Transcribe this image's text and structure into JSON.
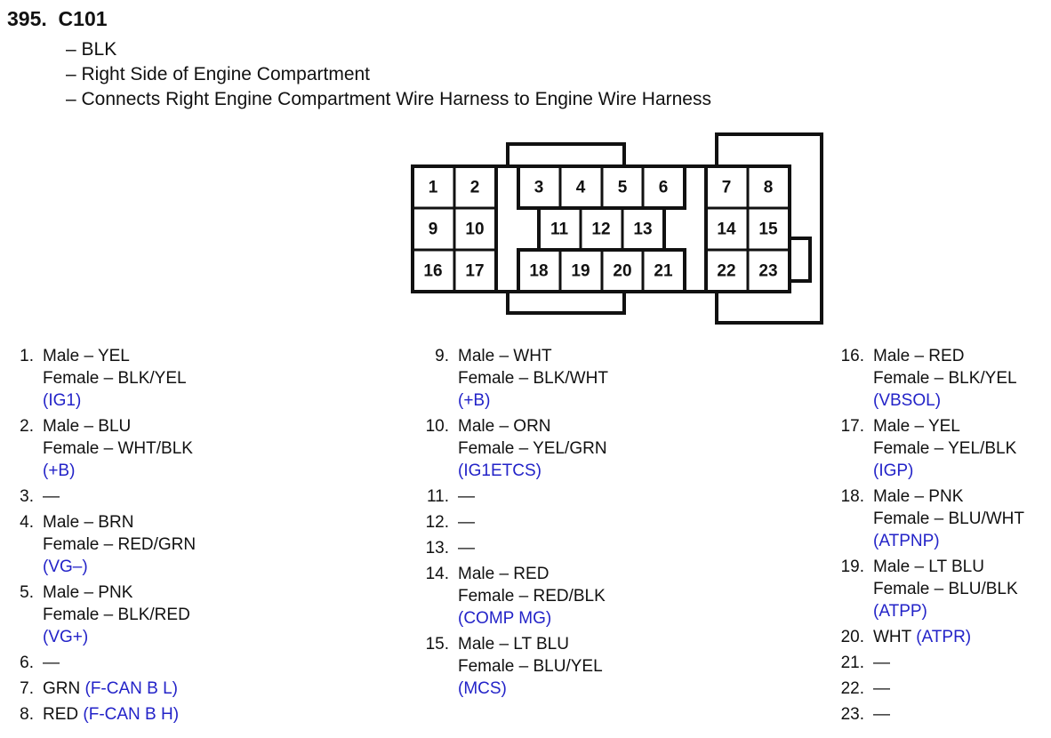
{
  "header": {
    "title": "395.  C101",
    "lines": [
      "– BLK",
      "– Right Side of Engine Compartment",
      "– Connects Right Engine Compartment Wire Harness to Engine Wire Harness"
    ]
  },
  "connector": {
    "pins": [
      "1",
      "2",
      "3",
      "4",
      "5",
      "6",
      "7",
      "8",
      "9",
      "10",
      "11",
      "12",
      "13",
      "14",
      "15",
      "16",
      "17",
      "18",
      "19",
      "20",
      "21",
      "22",
      "23"
    ]
  },
  "columns": [
    [
      {
        "num": "1.",
        "lines": [
          {
            "text": "Male – YEL"
          },
          {
            "text": "Female – BLK/YEL"
          },
          {
            "sig": "(IG1)"
          }
        ]
      },
      {
        "num": "2.",
        "lines": [
          {
            "text": "Male – BLU"
          },
          {
            "text": "Female – WHT/BLK"
          },
          {
            "sig": "(+B)"
          }
        ]
      },
      {
        "num": "3.",
        "lines": [
          {
            "text": "—"
          }
        ]
      },
      {
        "num": "4.",
        "lines": [
          {
            "text": "Male – BRN"
          },
          {
            "text": "Female – RED/GRN"
          },
          {
            "sig": "(VG–)"
          }
        ]
      },
      {
        "num": "5.",
        "lines": [
          {
            "text": "Male – PNK"
          },
          {
            "text": "Female – BLK/RED"
          },
          {
            "sig": "(VG+)"
          }
        ]
      },
      {
        "num": "6.",
        "lines": [
          {
            "text": "—"
          }
        ]
      },
      {
        "num": "7.",
        "lines": [
          {
            "text": "GRN ",
            "sig": "(F-CAN B L)"
          }
        ]
      },
      {
        "num": "8.",
        "lines": [
          {
            "text": "RED ",
            "sig": "(F-CAN B H)"
          }
        ]
      }
    ],
    [
      {
        "num": "9.",
        "lines": [
          {
            "text": "Male – WHT"
          },
          {
            "text": "Female – BLK/WHT"
          },
          {
            "sig": "(+B)"
          }
        ]
      },
      {
        "num": "10.",
        "lines": [
          {
            "text": "Male – ORN"
          },
          {
            "text": "Female – YEL/GRN"
          },
          {
            "sig": "(IG1ETCS)"
          }
        ]
      },
      {
        "num": "11.",
        "lines": [
          {
            "text": "—"
          }
        ]
      },
      {
        "num": "12.",
        "lines": [
          {
            "text": "—"
          }
        ]
      },
      {
        "num": "13.",
        "lines": [
          {
            "text": "—"
          }
        ]
      },
      {
        "num": "14.",
        "lines": [
          {
            "text": "Male – RED"
          },
          {
            "text": "Female – RED/BLK"
          },
          {
            "sig": "(COMP MG)"
          }
        ]
      },
      {
        "num": "15.",
        "lines": [
          {
            "text": "Male – LT BLU"
          },
          {
            "text": "Female – BLU/YEL"
          },
          {
            "sig": "(MCS)"
          }
        ]
      }
    ],
    [
      {
        "num": "16.",
        "lines": [
          {
            "text": "Male – RED"
          },
          {
            "text": "Female – BLK/YEL"
          },
          {
            "sig": "(VBSOL)"
          }
        ]
      },
      {
        "num": "17.",
        "lines": [
          {
            "text": "Male – YEL"
          },
          {
            "text": "Female – YEL/BLK"
          },
          {
            "sig": "(IGP)"
          }
        ]
      },
      {
        "num": "18.",
        "lines": [
          {
            "text": "Male – PNK"
          },
          {
            "text": "Female – BLU/WHT"
          },
          {
            "sig": "(ATPNP)"
          }
        ]
      },
      {
        "num": "19.",
        "lines": [
          {
            "text": "Male – LT BLU"
          },
          {
            "text": "Female – BLU/BLK"
          },
          {
            "sig": "(ATPP)"
          }
        ]
      },
      {
        "num": "20.",
        "lines": [
          {
            "text": "WHT ",
            "sig": "(ATPR)"
          }
        ]
      },
      {
        "num": "21.",
        "lines": [
          {
            "text": "—"
          }
        ]
      },
      {
        "num": "22.",
        "lines": [
          {
            "text": "—"
          }
        ]
      },
      {
        "num": "23.",
        "lines": [
          {
            "text": "—"
          }
        ]
      }
    ]
  ],
  "colors": {
    "signal": "#2323c8",
    "ink": "#111111"
  }
}
